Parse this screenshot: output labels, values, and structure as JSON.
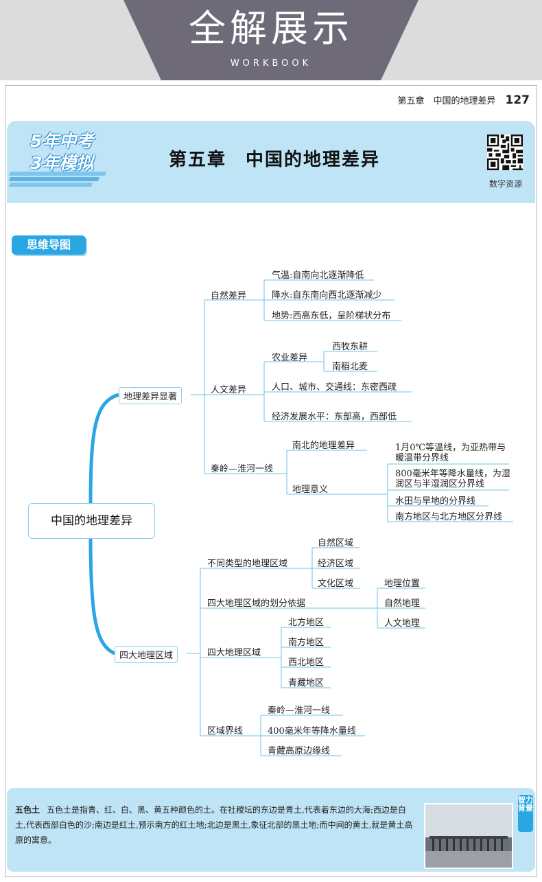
{
  "banner": {
    "title": "全解展示",
    "subtitle": "WORKBOOK"
  },
  "running_head": {
    "text": "第五章　中国的地理差异",
    "page_number": "127"
  },
  "chapter": {
    "logo_line1": "5年中考",
    "logo_line2": "3年模拟",
    "title": "第五章　中国的地理差异",
    "qr_label": "数字资源"
  },
  "section_tag": "思维导图",
  "mindmap": {
    "root": "中国的地理差异",
    "branch1": {
      "label": "地理差异显著",
      "natural": {
        "label": "自然差异",
        "items": [
          "气温:自南向北逐渐降低",
          "降水:自东南向西北逐渐减少",
          "地势:西高东低，呈阶梯状分布"
        ]
      },
      "human": {
        "label": "人文差异",
        "agri": {
          "label": "农业差异",
          "items": [
            "西牧东耕",
            "南稻北麦"
          ]
        },
        "items": [
          "人口、城市、交通线：东密西疏",
          "经济发展水平：东部高，西部低"
        ]
      },
      "qinling": {
        "label": "秦岭—淮河一线",
        "north_south": "南北的地理差异",
        "meaning": {
          "label": "地理意义",
          "items": [
            "1月0℃等温线，为亚热带与暖温带分界线",
            "800毫米年等降水量线，为湿润区与半湿润区分界线",
            "水田与旱地的分界线",
            "南方地区与北方地区分界线"
          ]
        }
      }
    },
    "branch2": {
      "label": "四大地理区域",
      "types": {
        "label": "不同类型的地理区域",
        "items": [
          "自然区域",
          "经济区域",
          "文化区域"
        ]
      },
      "basis": {
        "label": "四大地理区域的划分依据",
        "items": [
          "地理位置",
          "自然地理",
          "人文地理"
        ]
      },
      "regions": {
        "label": "四大地理区域",
        "items": [
          "北方地区",
          "南方地区",
          "西北地区",
          "青藏地区"
        ]
      },
      "boundaries": {
        "label": "区域界线",
        "items": [
          "秦岭—淮河一线",
          "400毫米年等降水量线",
          "青藏高原边缘线"
        ]
      }
    }
  },
  "trivia": {
    "tab": "智力背景",
    "term": "五色土",
    "text": "五色土是指青、红、白、黑、黄五种颜色的土。在社稷坛的东边是青土,代表着东边的大海;西边是白土,代表西部白色的沙;南边是红土,预示南方的红土地;北边是黑土,象征北部的黑土地;而中间的黄土,就是黄土高原的寓意。"
  },
  "colors": {
    "accent": "#2aa6e3",
    "panel": "#bfe4f6",
    "line": "#8ccfec",
    "banner_dark": "#6e6a78"
  }
}
